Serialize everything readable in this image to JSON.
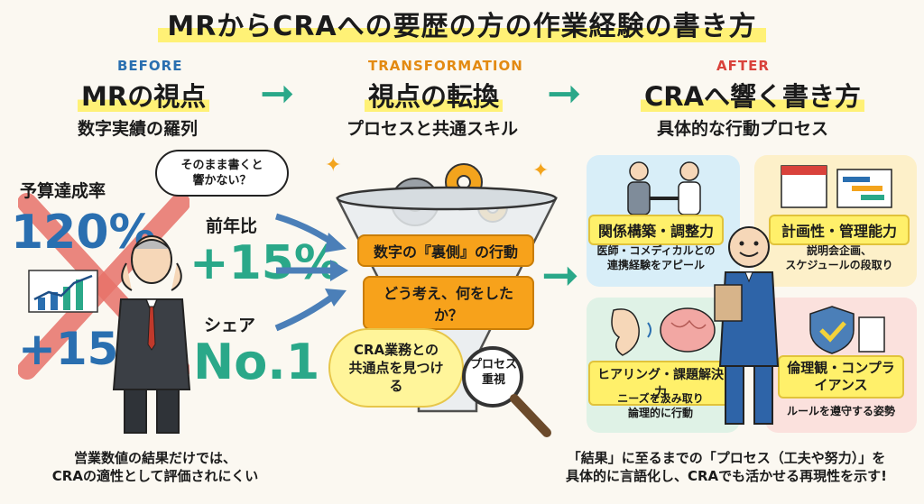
{
  "title": "MRからCRAへの要歴の方の作業経験の書き方",
  "before": {
    "label": "BEFORE",
    "heading": "MRの視点",
    "subheading": "数字実績の羅列",
    "speech": [
      "そのまま書くと",
      "響かない？"
    ],
    "metric1_label": "予算達成率",
    "metric1_value": "120%",
    "metric2_label": "前年比",
    "metric2_value": "+15%",
    "metric3_value": "+15%",
    "metric4_label": "シェア",
    "metric4_value": "No.1",
    "caption": [
      "営業数値の結果だけでは、",
      "CRAの適性として評価されにくい"
    ]
  },
  "transformation": {
    "label": "TRANSFORMATION",
    "heading": "視点の転換",
    "subheading": "プロセスと共通スキル",
    "pill1": "数字の『裏側』の行動",
    "pill2": "どう考え、何をしたか？",
    "bubble": [
      "CRA業務との",
      "共通点を見つける"
    ],
    "magnifier": [
      "プロセス",
      "重視"
    ]
  },
  "after": {
    "label": "AFTER",
    "heading": "CRAへ響く書き方",
    "subheading": "具体的な行動プロセス",
    "cards": [
      {
        "tag": "関係構築・調整力",
        "desc": [
          "医師・コメディカルとの",
          "連携経験をアピール"
        ],
        "color": "#d8eef8"
      },
      {
        "tag": "計画性・管理能力",
        "desc": [
          "説明会企画、",
          "スケジュールの段取り"
        ],
        "color": "#fdf0c9"
      },
      {
        "tag": "ヒアリング・課題解決力",
        "desc": [
          "ニーズを汲み取り",
          "論理的に行動"
        ],
        "color": "#dff2e6"
      },
      {
        "tag": "倫理観・コンプライアンス",
        "desc": [
          "ルールを遵守する姿勢"
        ],
        "color": "#fbe1dd"
      }
    ],
    "caption": [
      "「結果」に至るまでの「プロセス（工夫や努力）」を",
      "具体的に言語化し、CRAでも活かせる再現性を示す!"
    ]
  },
  "colors": {
    "accent_blue": "#2a6fb0",
    "accent_green": "#2aa889",
    "accent_orange": "#f7a21b",
    "accent_red": "#d9423b",
    "highlight": "#fff176"
  }
}
